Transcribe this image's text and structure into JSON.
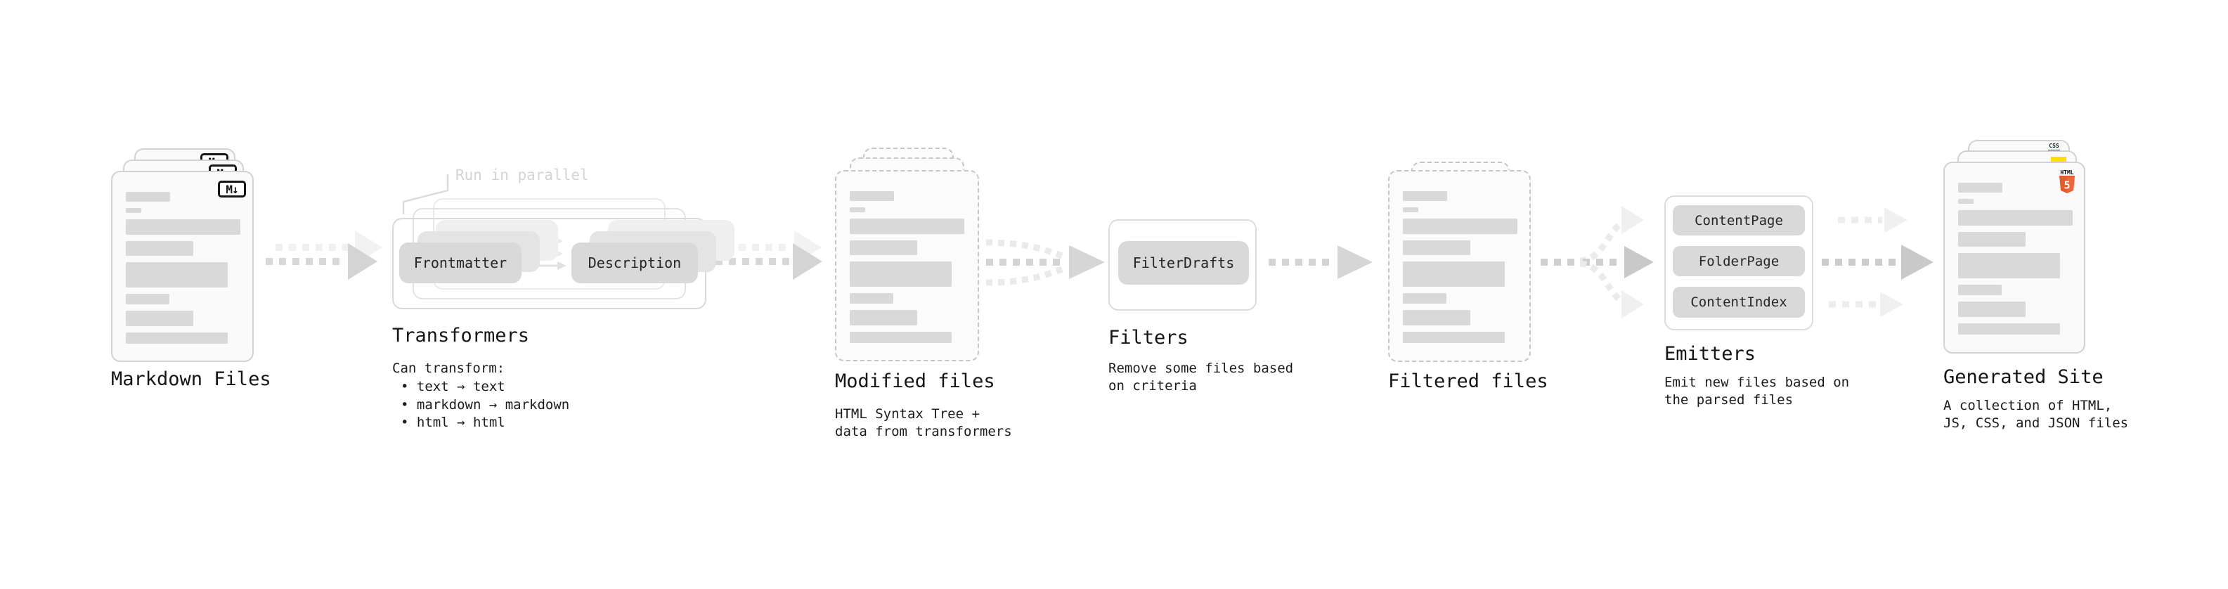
{
  "stages": {
    "markdown_files": {
      "title": "Markdown Files"
    },
    "transformers": {
      "title": "Transformers",
      "note": "Run in parallel",
      "pills": [
        "Frontmatter",
        "Description"
      ],
      "caption_heading": "Can transform:",
      "bullets": [
        "• text → text",
        "• markdown → markdown",
        "• html → html"
      ]
    },
    "modified_files": {
      "title": "Modified files",
      "caption": "HTML Syntax Tree +\ndata from transformers"
    },
    "filters": {
      "title": "Filters",
      "pills": [
        "FilterDrafts"
      ],
      "caption": "Remove some files based\non criteria"
    },
    "filtered_files": {
      "title": "Filtered files"
    },
    "emitters": {
      "title": "Emitters",
      "pills": [
        "ContentPage",
        "FolderPage",
        "ContentIndex"
      ],
      "caption": "Emit new files based on\nthe parsed files"
    },
    "generated_site": {
      "title": "Generated Site",
      "caption": "A collection of HTML,\nJS, CSS, and JSON files"
    }
  },
  "badges": {
    "markdown": "M↓",
    "html5_label": "HTML",
    "html5_number": "5",
    "css_label": "CSS"
  },
  "colors": {
    "html5_orange": "#e8592b",
    "css_blue": "#2760e5",
    "js_yellow": "#ffdf00",
    "placeholder_gray": "#d9d9d9"
  }
}
